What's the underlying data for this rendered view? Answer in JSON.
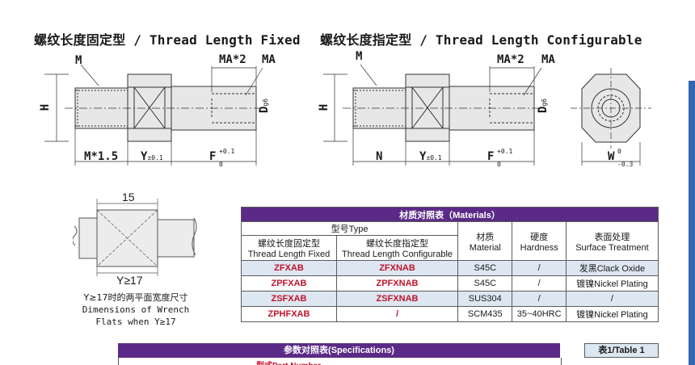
{
  "titles": {
    "fixed": "螺纹长度固定型 / Thread Length Fixed",
    "configurable": "螺纹长度指定型 / Thread Length Configurable"
  },
  "dims": {
    "M": "M",
    "MA2": "MA*2",
    "MA": "MA",
    "H": "H",
    "D": "D",
    "D_sub": "g6",
    "M15": "M*1.5",
    "N": "N",
    "Y": "Y",
    "Y_sub": "±0.1",
    "F": "F",
    "F_sup": "+0.1",
    "F_sub": "0",
    "W": "W",
    "W_sup": "0",
    "W_sub": "-0.3"
  },
  "wrench": {
    "dim15": "15",
    "y_cond": "Y≥17",
    "cap_cn": "Y≥17时的两平面宽度尺寸",
    "cap_en1": "Dimensions of Wrench",
    "cap_en2": "Flats when Y≥17"
  },
  "materials": {
    "title": "材质对照表（Materials）",
    "model_type": "型号Type",
    "col_fixed_cn": "螺纹长度固定型",
    "col_fixed_en": "Thread Length Fixed",
    "col_conf_cn": "螺纹长度指定型",
    "col_conf_en": "Thread Length Configurable",
    "col_mat_cn": "材质",
    "col_mat_en": "Material",
    "col_hard_cn": "硬度",
    "col_hard_en": "Hardness",
    "col_surf_cn": "表面处理",
    "col_surf_en": "Surface Treatment",
    "rows": [
      {
        "fixed": "ZFXAB",
        "conf": "ZFXNAB",
        "mat": "S45C",
        "hard": "/",
        "surf": "发黑Clack Oxide"
      },
      {
        "fixed": "ZPFXAB",
        "conf": "ZPFXNAB",
        "mat": "S45C",
        "hard": "/",
        "surf": "镀镍Nickel Plating"
      },
      {
        "fixed": "ZSFXAB",
        "conf": "ZSFXNAB",
        "mat": "SUS304",
        "hard": "/",
        "surf": "/"
      },
      {
        "fixed": "ZPHFXAB",
        "conf": "/",
        "mat": "SCM435",
        "hard": "35~40HRC",
        "surf": "镀镍Nickel Plating"
      }
    ]
  },
  "specs": {
    "title": "参数对照表(Specifications)",
    "part_number": "型式Part Number"
  },
  "table1": "表1/Table 1",
  "colors": {
    "purple": "#5b2a86",
    "red": "#c0132b",
    "row_alt": "#dde7f2",
    "edge": "#2f67b2"
  }
}
